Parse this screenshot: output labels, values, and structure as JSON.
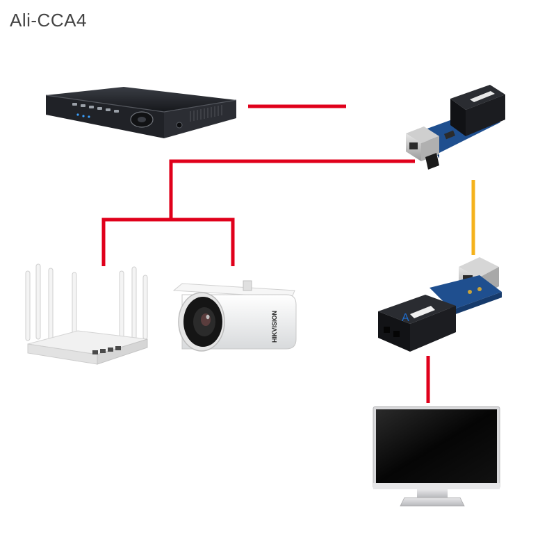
{
  "watermark": "Ali-CCA4",
  "camera_brand": "HIKVISION",
  "converter_top_channel": "",
  "converter_bottom_channel": "A",
  "colors": {
    "ethernet_cable": "#e0001b",
    "fiber_cable": "#f5b21b",
    "device_dark": "#1d1f24",
    "board_blue": "#1f4f8f"
  },
  "devices": [
    {
      "id": "nvr",
      "icon": "nvr-recorder-icon"
    },
    {
      "id": "converter-top",
      "icon": "fiber-media-converter-icon"
    },
    {
      "id": "router",
      "icon": "wifi-router-icon"
    },
    {
      "id": "camera",
      "icon": "bullet-camera-icon"
    },
    {
      "id": "converter-bottom",
      "icon": "fiber-media-converter-icon"
    },
    {
      "id": "monitor",
      "icon": "monitor-icon"
    }
  ]
}
